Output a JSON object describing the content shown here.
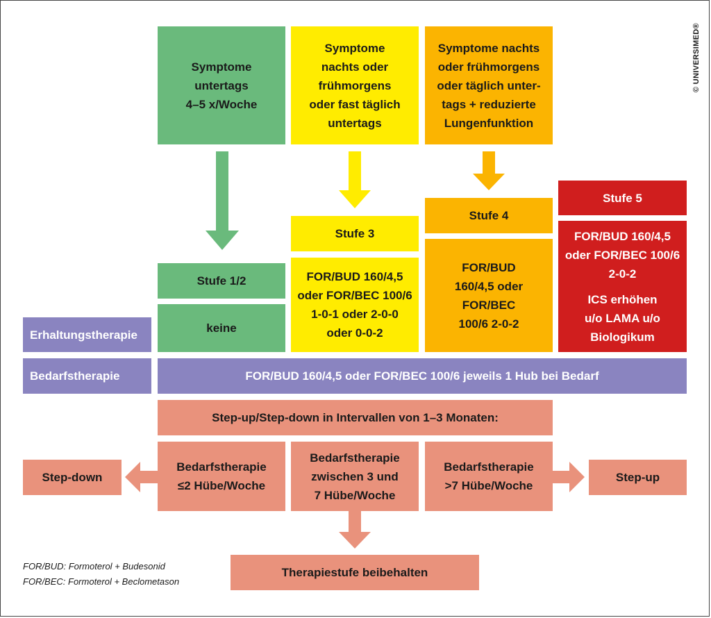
{
  "copyright": "© UNIVERSIMED®",
  "symptoms": {
    "green": "Symptome\nuntertags\n4–5 x/Woche",
    "yellow": "Symptome\nnachts oder\nfrühmorgens\noder fast täglich\nuntertags",
    "orange": "Symptome nachts\noder frühmorgens\noder täglich unter-\ntags + reduzierte\nLungenfunktion"
  },
  "stages": {
    "stufe12": {
      "title": "Stufe 1/2",
      "therapy": "keine"
    },
    "stufe3": {
      "title": "Stufe 3",
      "therapy": "FOR/BUD 160/4,5\noder FOR/BEC 100/6\n1-0-1 oder 2-0-0\noder 0-0-2"
    },
    "stufe4": {
      "title": "Stufe 4",
      "therapy": "FOR/BUD\n160/4,5 oder\nFOR/BEC\n100/6 2-0-2"
    },
    "stufe5": {
      "title": "Stufe 5",
      "therapy": "FOR/BUD 160/4,5\noder FOR/BEC 100/6\n2-0-2",
      "extra": "ICS erhöhen\nu/o LAMA u/o\nBiologikum"
    }
  },
  "rows": {
    "erhaltung_label": "Erhaltungstherapie",
    "bedarf_label": "Bedarfstherapie",
    "bedarf_text": "FOR/BUD 160/4,5 oder FOR/BEC 100/6 jeweils 1 Hub bei Bedarf"
  },
  "step": {
    "header": "Step-up/Step-down in Intervallen von 1–3 Monaten:",
    "low": "Bedarfstherapie\n≤2 Hübe/Woche",
    "mid": "Bedarfstherapie\nzwischen 3 und\n7 Hübe/Woche",
    "high": "Bedarfstherapie\n>7 Hübe/Woche",
    "down": "Step-down",
    "up": "Step-up",
    "keep": "Therapiestufe beibehalten"
  },
  "footnotes": {
    "for_bud": "FOR/BUD: Formoterol + Budesonid",
    "for_bec": "FOR/BEC: Formoterol + Beclometason"
  },
  "colors": {
    "green": "#6aba7c",
    "yellow": "#ffec00",
    "orange": "#fbb401",
    "red": "#d01e1e",
    "purple": "#8a84c0",
    "salmon": "#e9927c"
  }
}
